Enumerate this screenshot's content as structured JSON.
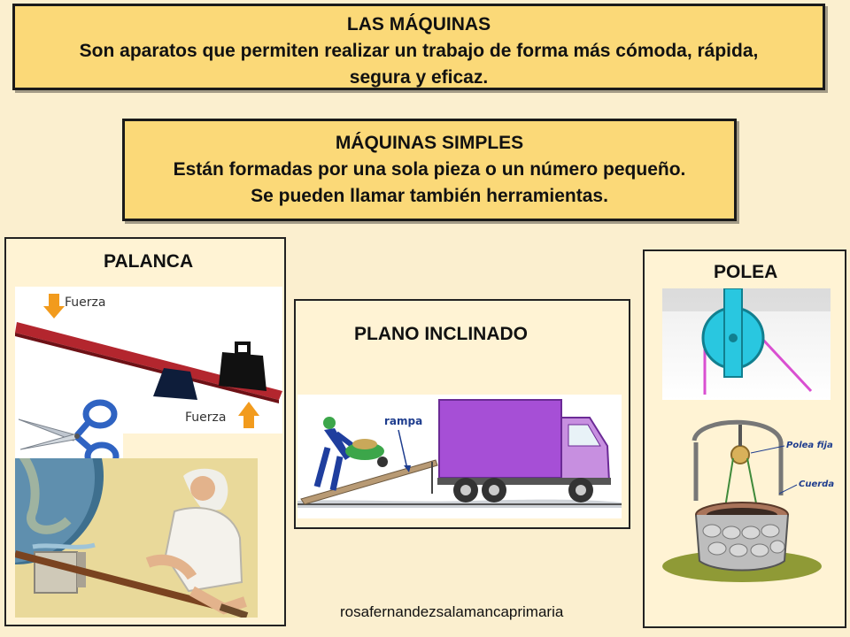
{
  "maquinas": {
    "title": "LAS MÁQUINAS",
    "line1": "Son aparatos que permiten realizar un trabajo de forma más cómoda, rápida,",
    "line2": "segura y eficaz."
  },
  "simples": {
    "title": "MÁQUINAS SIMPLES",
    "line1": "Están formadas por una sola pieza o un número pequeño.",
    "line2": "Se pueden llamar también herramientas."
  },
  "palanca": {
    "title": "PALANCA",
    "fuerza_top": "Fuerza",
    "fuerza_bottom": "Fuerza"
  },
  "plano": {
    "title": "PLANO INCLINADO",
    "rampa": "rampa"
  },
  "polea": {
    "title": "POLEA",
    "polea_fija": "Polea fija",
    "cuerda": "Cuerda"
  },
  "credit": "rosafernandezsalamancaprimaria",
  "colors": {
    "background": "#fbefcf",
    "box_yellow": "#fbd978",
    "lever_red": "#b3262e",
    "arrow_orange": "#f29b1d",
    "truck_purple": "#a64fd6",
    "pulley_cyan": "#29c7e0",
    "scissors_blue": "#2f63c2"
  }
}
